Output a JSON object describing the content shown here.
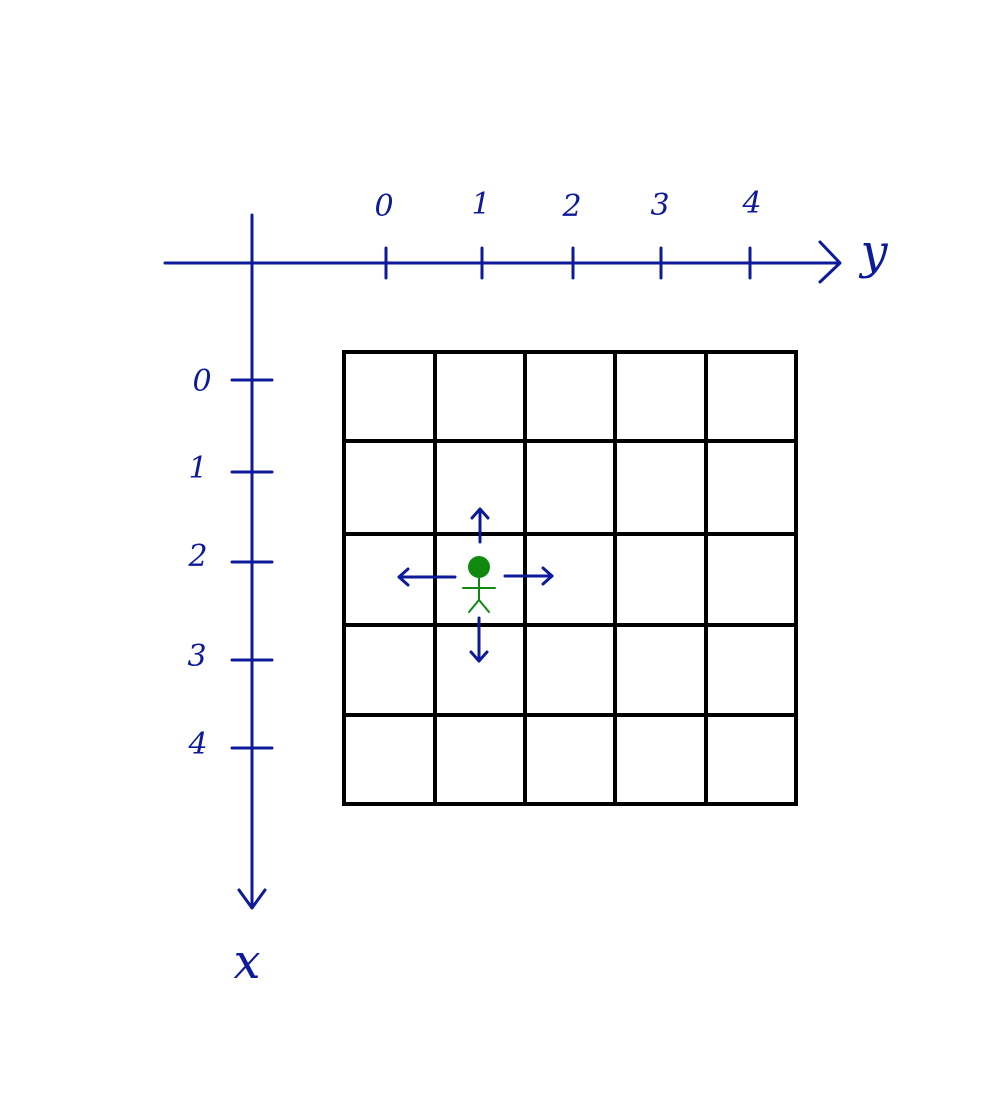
{
  "axes": {
    "x_name": "x",
    "y_name": "y",
    "x_ticks": [
      "0",
      "1",
      "2",
      "3",
      "4"
    ],
    "y_ticks": [
      "0",
      "1",
      "2",
      "3",
      "4"
    ]
  },
  "grid": {
    "rows": 5,
    "cols": 5
  },
  "agent": {
    "row": 2,
    "col": 1,
    "moves": [
      "up",
      "down",
      "left",
      "right"
    ]
  },
  "colors": {
    "axis": "#0d1a99",
    "grid": "#000000",
    "agent": "#0f8a0f"
  }
}
